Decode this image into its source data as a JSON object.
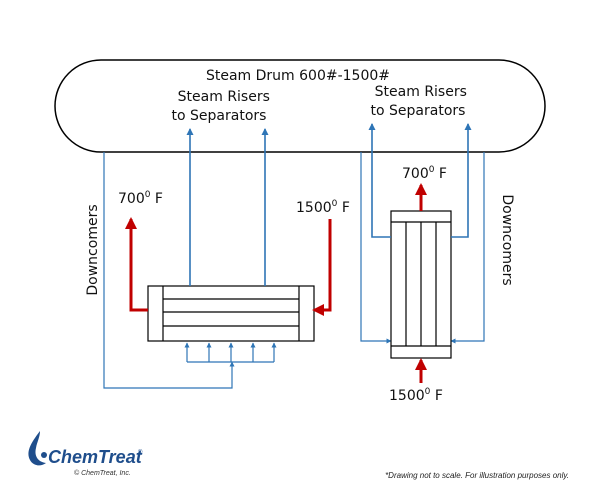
{
  "drum": {
    "label": "Steam Drum 600#-1500#"
  },
  "risers_left": {
    "line1": "Steam Risers",
    "line2": "to Separators"
  },
  "risers_right": {
    "line1": "Steam Risers",
    "line2": "to Separators"
  },
  "downcomers_left": "Downcomers",
  "downcomers_right": "Downcomers",
  "temps": {
    "left_out": {
      "value": "700",
      "sup": "0",
      "unit": " F"
    },
    "left_in": {
      "value": "1500",
      "sup": "0",
      "unit": " F"
    },
    "right_out": {
      "value": "700",
      "sup": "0",
      "unit": " F"
    },
    "right_in": {
      "value": "1500",
      "sup": "0",
      "unit": " F"
    }
  },
  "logo": {
    "name": "ChemTreat",
    "tm": "®",
    "copyright": "© ChemTreat, Inc."
  },
  "footnote": "*Drawing not to scale. For illustration purposes only.",
  "colors": {
    "water": "#2e75b6",
    "gas": "#c00000",
    "outline": "#000000",
    "logo": "#1f4e8c"
  }
}
